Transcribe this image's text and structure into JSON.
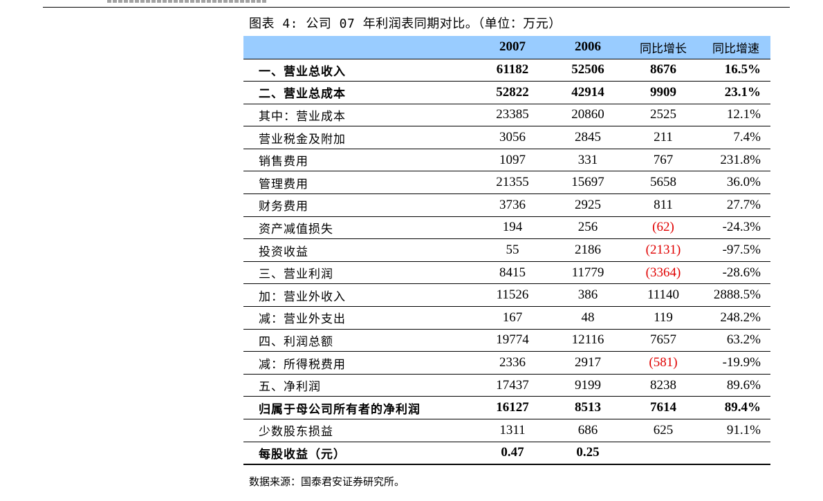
{
  "caption": "图表 4: 公司 07 年利润表同期对比。（单位：万元）",
  "header": {
    "c2007": "2007",
    "c2006": "2006",
    "cabs": "同比增长",
    "cpct": "同比增速"
  },
  "rows": [
    {
      "label": "一、营业总收入",
      "v2007": "61182",
      "v2006": "52506",
      "abs": "8676",
      "pct": "16.5%",
      "bold": true,
      "neg": false
    },
    {
      "label": "二、营业总成本",
      "v2007": "52822",
      "v2006": "42914",
      "abs": "9909",
      "pct": "23.1%",
      "bold": true,
      "neg": false
    },
    {
      "label": "其中：营业成本",
      "v2007": "23385",
      "v2006": "20860",
      "abs": "2525",
      "pct": "12.1%",
      "bold": false,
      "neg": false
    },
    {
      "label": "营业税金及附加",
      "v2007": "3056",
      "v2006": "2845",
      "abs": "211",
      "pct": "7.4%",
      "bold": false,
      "neg": false
    },
    {
      "label": "销售费用",
      "v2007": "1097",
      "v2006": "331",
      "abs": "767",
      "pct": "231.8%",
      "bold": false,
      "neg": false
    },
    {
      "label": "管理费用",
      "v2007": "21355",
      "v2006": "15697",
      "abs": "5658",
      "pct": "36.0%",
      "bold": false,
      "neg": false
    },
    {
      "label": "财务费用",
      "v2007": "3736",
      "v2006": "2925",
      "abs": "811",
      "pct": "27.7%",
      "bold": false,
      "neg": false
    },
    {
      "label": "资产减值损失",
      "v2007": "194",
      "v2006": "256",
      "abs": "(62)",
      "pct": "-24.3%",
      "bold": false,
      "neg": true
    },
    {
      "label": "投资收益",
      "v2007": "55",
      "v2006": "2186",
      "abs": "(2131)",
      "pct": "-97.5%",
      "bold": false,
      "neg": true
    },
    {
      "label": "三、营业利润",
      "v2007": "8415",
      "v2006": "11779",
      "abs": "(3364)",
      "pct": "-28.6%",
      "bold": false,
      "neg": true
    },
    {
      "label": "加：营业外收入",
      "v2007": "11526",
      "v2006": "386",
      "abs": "11140",
      "pct": "2888.5%",
      "bold": false,
      "neg": false
    },
    {
      "label": "减：营业外支出",
      "v2007": "167",
      "v2006": "48",
      "abs": "119",
      "pct": "248.2%",
      "bold": false,
      "neg": false
    },
    {
      "label": "四、利润总额",
      "v2007": "19774",
      "v2006": "12116",
      "abs": "7657",
      "pct": "63.2%",
      "bold": false,
      "neg": false
    },
    {
      "label": "减：所得税费用",
      "v2007": "2336",
      "v2006": "2917",
      "abs": "(581)",
      "pct": "-19.9%",
      "bold": false,
      "neg": true
    },
    {
      "label": "五、净利润",
      "v2007": "17437",
      "v2006": "9199",
      "abs": "8238",
      "pct": "89.6%",
      "bold": false,
      "neg": false
    },
    {
      "label": "归属于母公司所有者的净利润",
      "v2007": "16127",
      "v2006": "8513",
      "abs": "7614",
      "pct": "89.4%",
      "bold": true,
      "neg": false
    },
    {
      "label": "少数股东损益",
      "v2007": "1311",
      "v2006": "686",
      "abs": "625",
      "pct": "91.1%",
      "bold": false,
      "neg": false
    },
    {
      "label": "每股收益（元）",
      "v2007": "0.47",
      "v2006": "0.25",
      "abs": "",
      "pct": "",
      "bold": true,
      "neg": false
    }
  ],
  "source": "数据来源：国泰君安证券研究所。",
  "colors": {
    "header_bg": "#99ccff",
    "negative": "#e00000"
  }
}
